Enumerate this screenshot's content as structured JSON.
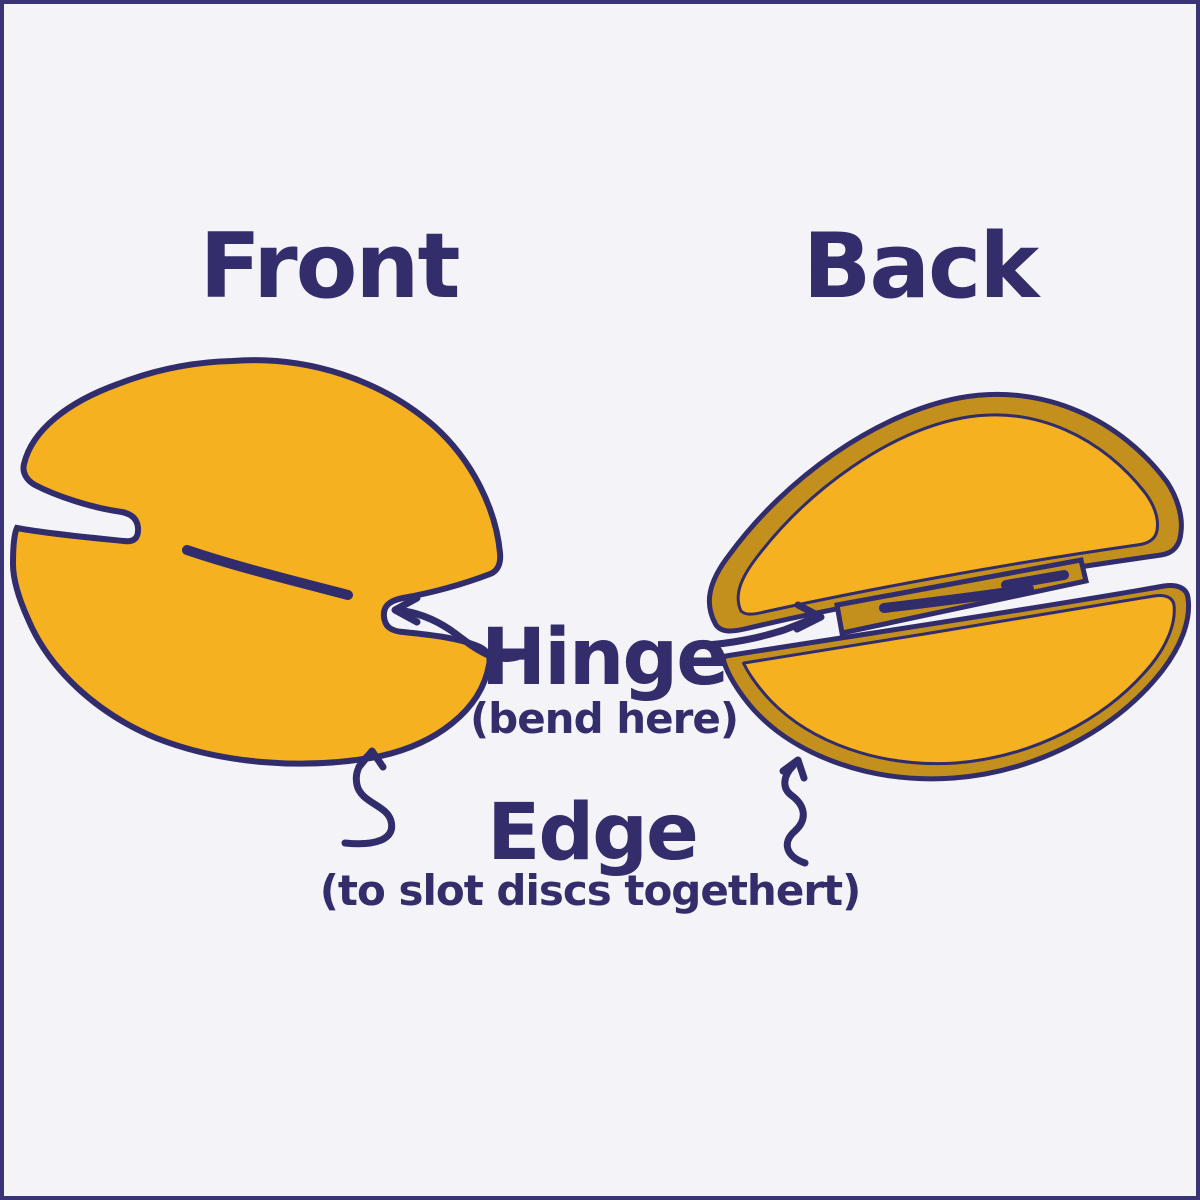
{
  "diagram": {
    "front": {
      "title": "Front"
    },
    "back": {
      "title": "Back"
    },
    "labels": {
      "hinge": {
        "title": "Hinge",
        "subtitle": "(bend here)"
      },
      "edge": {
        "title": "Edge",
        "subtitle": "(to slot discs togethert)"
      }
    },
    "icons": {
      "hinge_left_arrow": "curved-arrow-pointing-left-into-front-disc-slot",
      "hinge_right_arrow": "curved-arrow-pointing-right-into-back-disc-hinge",
      "edge_left_arrow": "squiggle-arrow-pointing-up-to-front-disc-edge",
      "edge_right_arrow": "squiggle-arrow-pointing-up-to-back-disc-rim"
    },
    "colors": {
      "background": "#F4F3F8",
      "border": "#3A3376",
      "outline_navy": "#312C6B",
      "disc_yellow": "#F5B120",
      "disc_edge_gold": "#C3901D"
    }
  }
}
